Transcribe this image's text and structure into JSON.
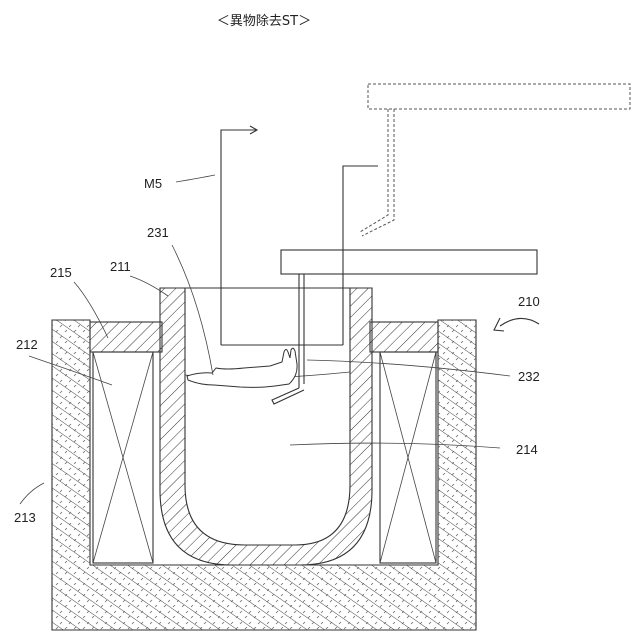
{
  "title": "＜異物除去ST＞",
  "labels": {
    "motion": "M5",
    "scoop_tool": "231",
    "crucible": "211",
    "insulation_top": "215",
    "apparatus": "210",
    "coil": "212",
    "foreign_object": "232",
    "melt": "214",
    "outer_casing": "213"
  }
}
